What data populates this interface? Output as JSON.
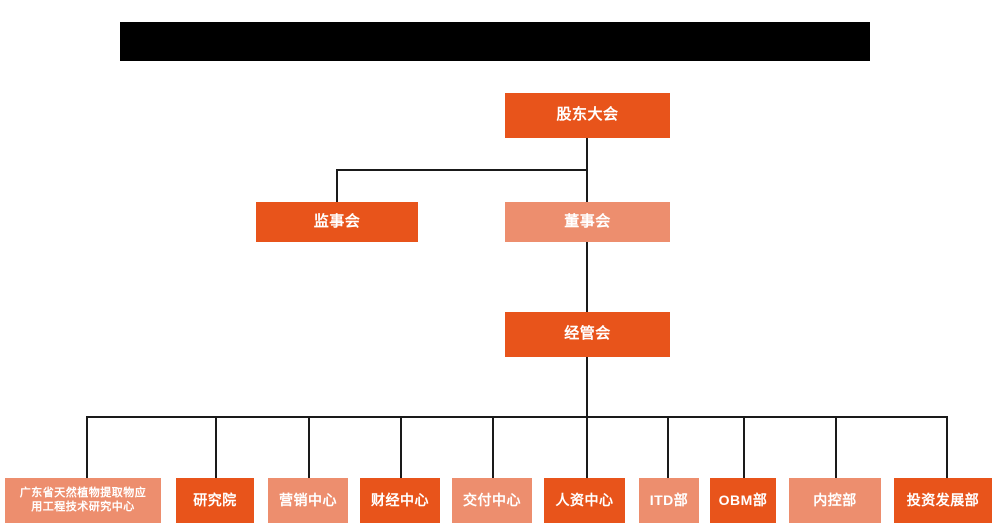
{
  "chart": {
    "type": "org-chart",
    "background_color": "#ffffff",
    "colors": {
      "dark_orange": "#E8541B",
      "light_orange": "#ED8E6E",
      "connector": "#1a1a1a",
      "redaction": "#000000",
      "text": "#ffffff"
    },
    "redaction_bar": {
      "label": ""
    },
    "levels": [
      {
        "name": "level-1",
        "nodes": [
          {
            "id": "shareholders-meeting",
            "label": "股东大会",
            "shade": "dark"
          }
        ]
      },
      {
        "name": "level-2",
        "nodes": [
          {
            "id": "board-of-supervisors",
            "label": "监事会",
            "shade": "dark"
          },
          {
            "id": "board-of-directors",
            "label": "董事会",
            "shade": "light"
          }
        ]
      },
      {
        "name": "level-3",
        "nodes": [
          {
            "id": "management-committee",
            "label": "经管会",
            "shade": "dark"
          }
        ]
      },
      {
        "name": "level-4",
        "nodes": [
          {
            "id": "dept-1",
            "label": "广东省天然植物提取物应用工程技术研究中心",
            "line1": "广东省天然植物提取物应",
            "line2": "用工程技术研究中心",
            "shade": "light"
          },
          {
            "id": "dept-2",
            "label": "研究院",
            "shade": "dark"
          },
          {
            "id": "dept-3",
            "label": "营销中心",
            "shade": "light"
          },
          {
            "id": "dept-4",
            "label": "财经中心",
            "shade": "dark"
          },
          {
            "id": "dept-5",
            "label": "交付中心",
            "shade": "light"
          },
          {
            "id": "dept-6",
            "label": "人资中心",
            "shade": "dark"
          },
          {
            "id": "dept-7",
            "label": "ITD部",
            "shade": "light"
          },
          {
            "id": "dept-8",
            "label": "OBM部",
            "shade": "dark"
          },
          {
            "id": "dept-9",
            "label": "内控部",
            "shade": "light"
          },
          {
            "id": "dept-10",
            "label": "投资发展部",
            "shade": "dark"
          }
        ]
      }
    ]
  }
}
